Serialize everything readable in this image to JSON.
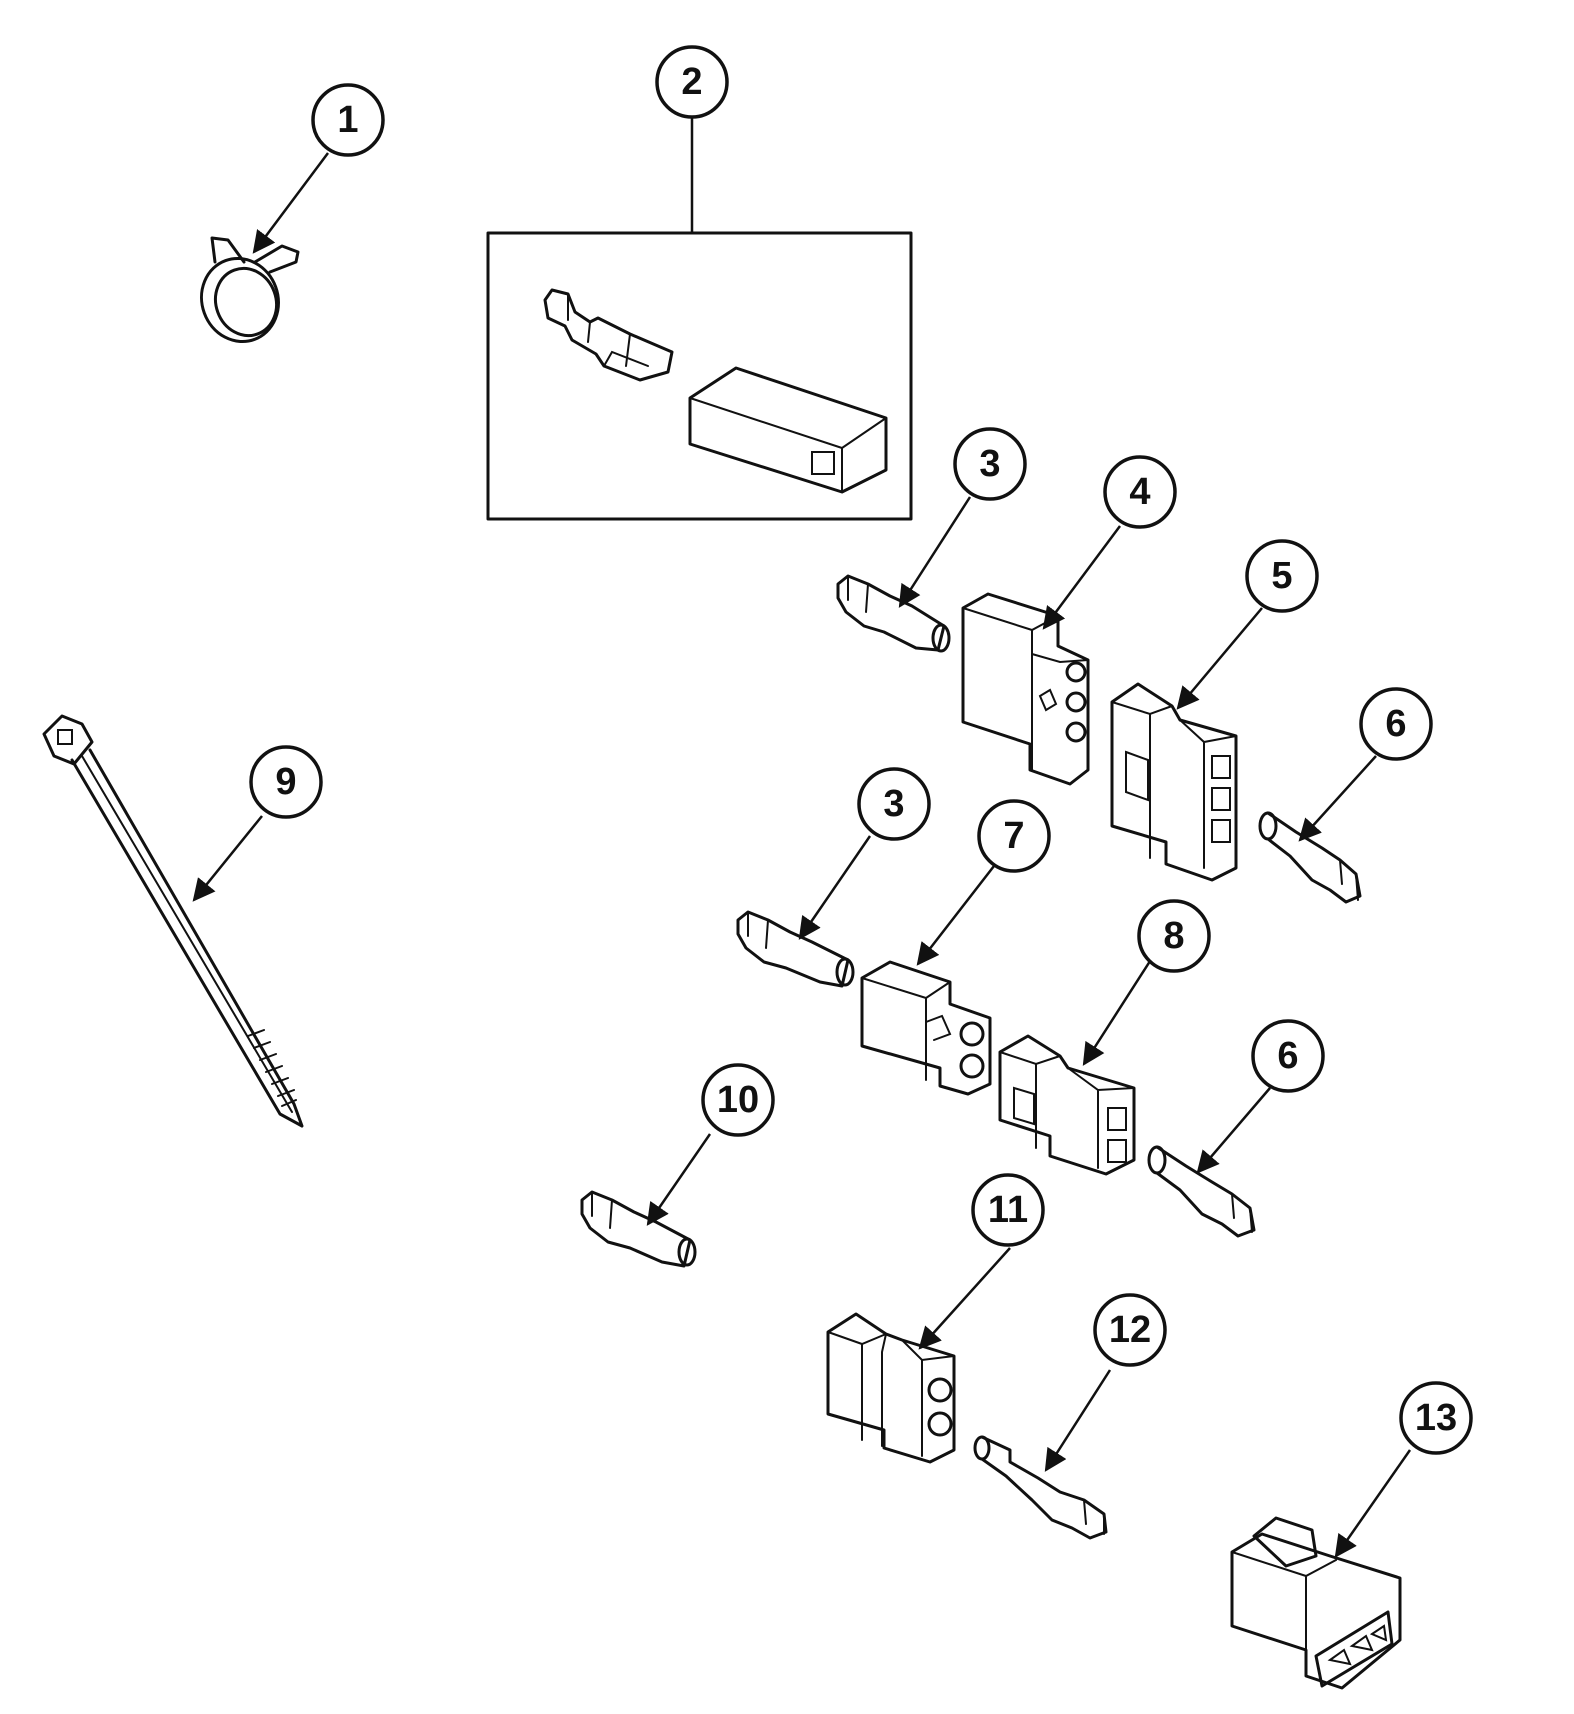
{
  "callouts": [
    {
      "id": "c1",
      "label": "1"
    },
    {
      "id": "c2",
      "label": "2"
    },
    {
      "id": "c3a",
      "label": "3"
    },
    {
      "id": "c4",
      "label": "4"
    },
    {
      "id": "c5",
      "label": "5"
    },
    {
      "id": "c6a",
      "label": "6"
    },
    {
      "id": "c9",
      "label": "9"
    },
    {
      "id": "c3b",
      "label": "3"
    },
    {
      "id": "c7",
      "label": "7"
    },
    {
      "id": "c8",
      "label": "8"
    },
    {
      "id": "c6b",
      "label": "6"
    },
    {
      "id": "c10",
      "label": "10"
    },
    {
      "id": "c11",
      "label": "11"
    },
    {
      "id": "c12",
      "label": "12"
    },
    {
      "id": "c13",
      "label": "13"
    }
  ],
  "colors": {
    "ink": "#111111",
    "paper": "#ffffff"
  }
}
